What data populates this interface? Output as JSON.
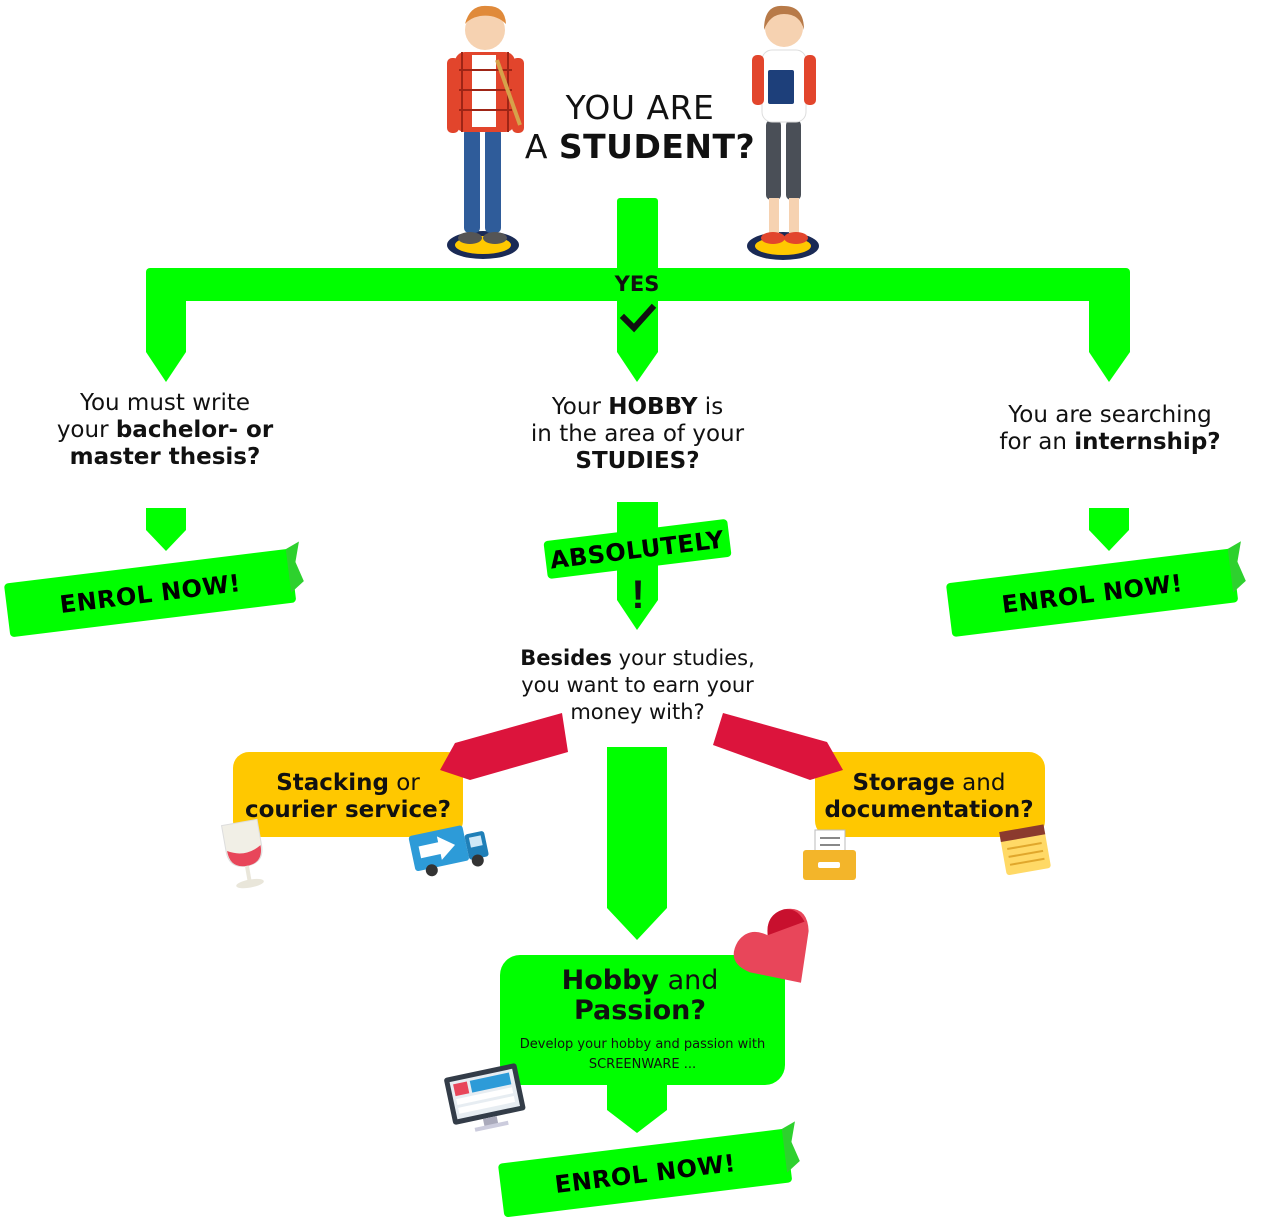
{
  "title": {
    "line1": "YOU ARE",
    "line2_plain": "A ",
    "line2_bold": "STUDENT?"
  },
  "yes_label": "YES",
  "left_question": {
    "line1": "You must write",
    "line2_plain": "your ",
    "line2_bold": "bachelor- or",
    "line3": "master thesis?"
  },
  "middle_question": {
    "line1_plain": "Your ",
    "line1_bold": "HOBBY",
    "line1_end": " is",
    "line2": "in the area of your",
    "line3": "STUDIES?"
  },
  "right_question": {
    "line1": "You are searching",
    "line2_plain": "for an ",
    "line2_bold": "internship?"
  },
  "absolutely_label": "ABSOLUTELY",
  "exclamation": "!",
  "earn_question": {
    "line1_bold": "Besides",
    "line1_plain": " your studies,",
    "line2": "you want to earn your",
    "line3": "money with?"
  },
  "option_left": {
    "line1_bold": "Stacking",
    "line1_plain": " or",
    "line2": "courier service?"
  },
  "option_right": {
    "line1_bold": "Storage",
    "line1_plain": " and",
    "line2": "documentation?"
  },
  "hobby_box": {
    "line1_bold": "Hobby",
    "line1_plain": " and",
    "line2": "Passion?",
    "description": "Develop your hobby and passion with SCREENWARE ..."
  },
  "enrol_left": "ENROL NOW!",
  "enrol_right": "ENROL NOW!",
  "enrol_bottom": "ENROL NOW!",
  "icons": [
    "student-boy-icon",
    "student-girl-icon",
    "checkmark-icon",
    "wine-glass-icon",
    "delivery-truck-icon",
    "document-box-icon",
    "notepad-icon",
    "heart-icon",
    "computer-monitor-icon"
  ],
  "colors": {
    "flow_green": "#00ff00",
    "option_yellow": "#ffc800",
    "arrow_red": "#dc143c",
    "heart_red": "#e8465a",
    "text": "#111111"
  }
}
